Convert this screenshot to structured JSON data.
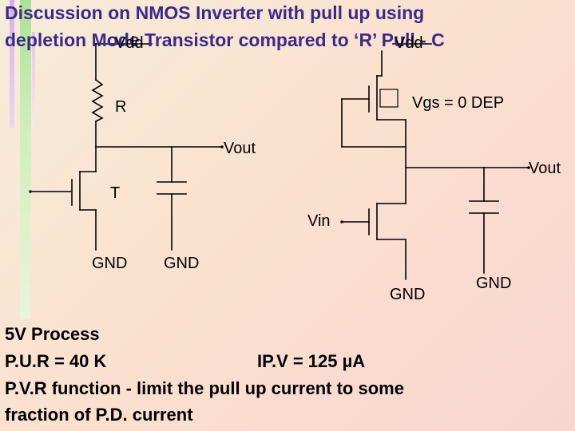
{
  "title": {
    "line1": "Discussion  on NMOS Inverter with pull up using",
    "line2": "depletion Mode Transistor compared to ‘R’ Pull - C"
  },
  "left_circuit": {
    "vdd": "Vdd",
    "resistor": "R",
    "output": "Vout",
    "transistor": "T",
    "gnd_source": "GND",
    "gnd_cap": "GND"
  },
  "right_circuit": {
    "vdd": "Vdd",
    "pullup": "Vgs = 0 DEP",
    "output": "Vout",
    "input": "Vin",
    "gnd_source": "GND",
    "gnd_cap": "GND"
  },
  "notes": {
    "process": "5V Process",
    "pur": "P.U.R  = 40 K",
    "ipv": "IP.V  = 125 µA",
    "pvr_line1": "P.V.R  function - limit the pull up current to some",
    "pvr_line2": "fraction of P.D. current"
  },
  "colors": {
    "title": "#3b2a8a",
    "wire": "#000000"
  }
}
